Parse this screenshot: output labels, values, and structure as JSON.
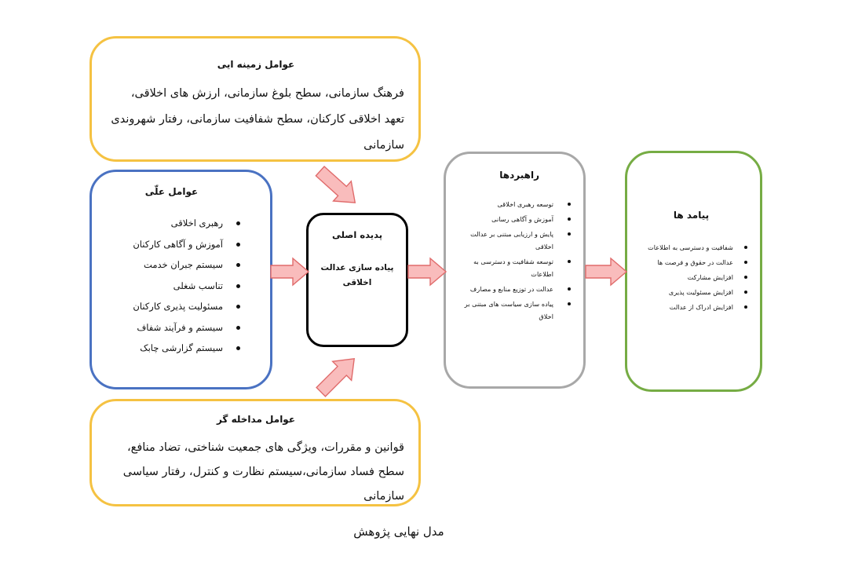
{
  "contextual": {
    "title": "عوامل زمینه ایی",
    "text": "فرهنگ سازمانی، سطح بلوغ سازمانی، ارزش های اخلاقی، تعهد اخلاقی کارکنان، سطح شفافیت سازمانی، رفتار شهروندی سازمانی"
  },
  "causal": {
    "title": "عوامل علّی",
    "items": [
      "رهبری اخلاقی",
      "آموزش و آگاهی کارکنان",
      "سیستم جبران خدمت",
      "تناسب شغلی",
      "مسئولیت پذیری کارکنان",
      "سیستم و فرآیند شفاف",
      "سیستم گزارشی چابک"
    ]
  },
  "core": {
    "title": "پدیده اصلی",
    "subtitle": "پیاده سازی عدالت اخلاقی"
  },
  "strategies": {
    "title": "راهبردها",
    "items": [
      "توسعه رهبری اخلاقی",
      "آموزش و آگاهی رسانی",
      "پایش و ارزیابی مبتنی بر عدالت اخلاقی",
      "توسعه شفافیت و دسترسی به اطلاعات",
      "عدالت در توزیع منابع و مصارف",
      "پیاده سازی سیاست های مبتنی بر اخلاق"
    ]
  },
  "outcomes": {
    "title": "پیامد ها",
    "items": [
      "شفافیت و دسترسی به اطلاعات",
      "عدالت در حقوق و فرصت ها",
      "افزایش مشارکت",
      "افزایش مسئولیت پذیری",
      "افزایش ادراک از عدالت"
    ]
  },
  "intervening": {
    "title": "عوامل مداخله گر",
    "text": "قوانین و مقررات، ویژگی های جمعیت شناختی، تضاد منافع، سطح فساد سازمانی،سیستم نظارت و کنترل، رفتار سیاسی سازمانی"
  },
  "caption": "مدل نهایی پژوهش",
  "colors": {
    "contextual_border": "#f5c242",
    "causal_border": "#4a72c2",
    "core_border": "#000000",
    "strategies_border": "#a8a8a8",
    "outcomes_border": "#76ac44",
    "arrow_fill": "#f9bcbc",
    "arrow_stroke": "#e06b6b"
  },
  "icons": {
    "arrow": "right-block-arrow"
  }
}
